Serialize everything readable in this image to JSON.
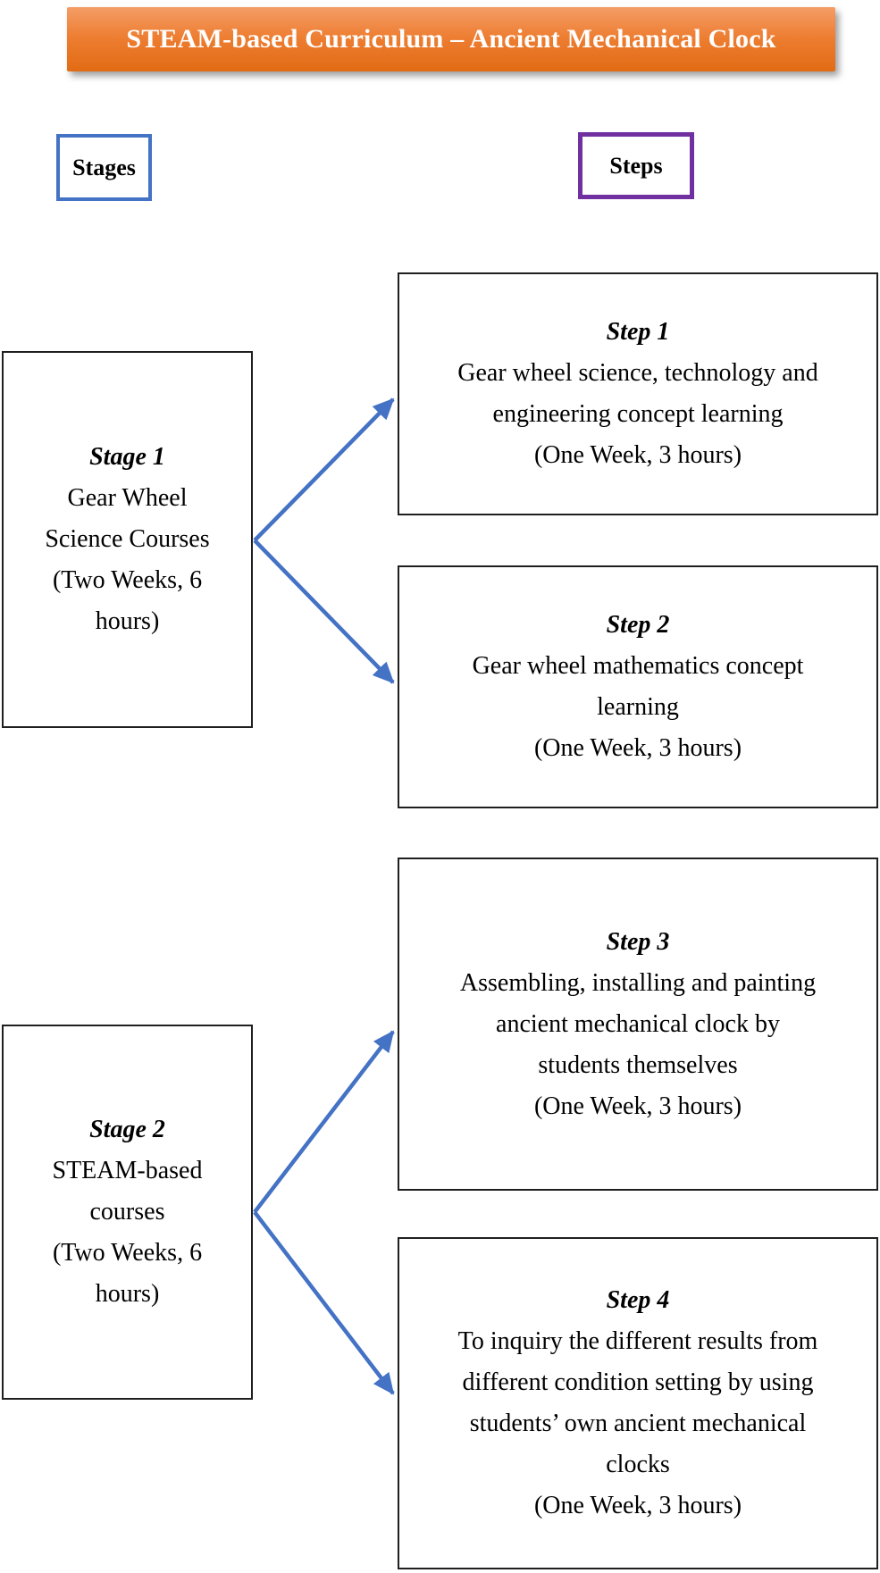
{
  "title": "STEAM-based Curriculum – Ancient Mechanical Clock",
  "column_labels": {
    "stages": "Stages",
    "steps": "Steps"
  },
  "stages": [
    {
      "title": "Stage 1",
      "lines": [
        "Gear Wheel",
        "Science Courses",
        "(Two Weeks, 6",
        "hours)"
      ]
    },
    {
      "title": "Stage 2",
      "lines": [
        "STEAM-based",
        "courses",
        "(Two Weeks, 6",
        "hours)"
      ]
    }
  ],
  "steps": [
    {
      "title": "Step 1",
      "lines": [
        "Gear wheel science, technology and",
        "engineering concept learning",
        "(One Week, 3 hours)"
      ]
    },
    {
      "title": "Step 2",
      "lines": [
        "Gear wheel mathematics concept",
        "learning",
        "(One Week, 3 hours)"
      ]
    },
    {
      "title": "Step 3",
      "lines": [
        "Assembling, installing and painting",
        "ancient mechanical clock by",
        "students themselves",
        "(One Week, 3 hours)"
      ]
    },
    {
      "title": "Step 4",
      "lines": [
        "To inquiry the different results from",
        "different condition setting by using",
        "students’ own ancient mechanical",
        "clocks",
        "(One Week, 3 hours)"
      ]
    }
  ],
  "colors": {
    "banner_orange": "#ED7D31",
    "banner_orange_light": "#F49D66",
    "banner_orange_dark": "#E26B14",
    "stages_border_blue": "#4472C4",
    "steps_border_purple": "#7030A0",
    "arrow_blue": "#4472C4",
    "box_border_black": "#1F1F1F"
  }
}
